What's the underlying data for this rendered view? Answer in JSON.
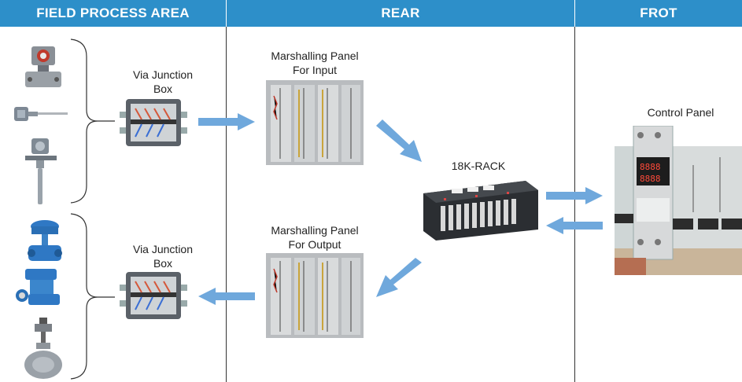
{
  "headers": {
    "field": "FIELD PROCESS AREA",
    "rear": "REAR",
    "front": "FROT"
  },
  "labels": {
    "jb_top_line1": "Via Junction",
    "jb_top_line2": "Box",
    "jb_bottom_line1": "Via Junction",
    "jb_bottom_line2": "Box",
    "mp_input_line1": "Marshalling Panel",
    "mp_input_line2": "For Input",
    "mp_output_line1": "Marshalling Panel",
    "mp_output_line2": "For Output",
    "rack": "18K-RACK",
    "control_panel": "Control Panel"
  },
  "control_panel_display": {
    "top_digits": "8888",
    "bottom_digits": "8888"
  },
  "colors": {
    "header_bg": "#2d8fc9",
    "arrow": "#6fa8dc"
  }
}
